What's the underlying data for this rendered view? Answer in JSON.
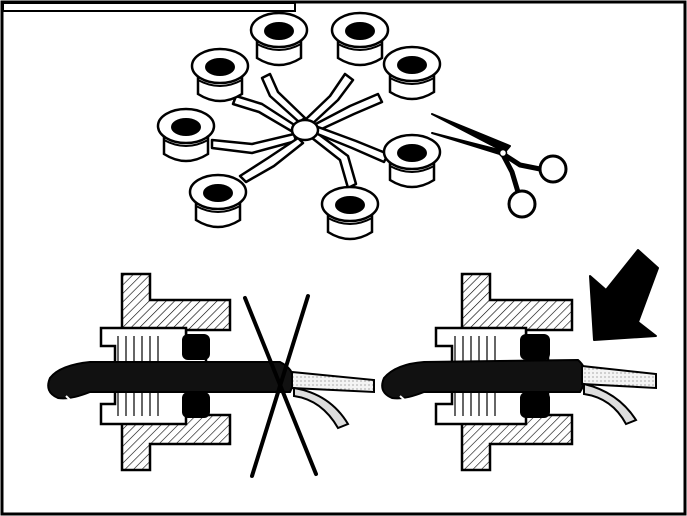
{
  "colors": {
    "ink": "#000000",
    "paper": "#ffffff",
    "hatch": "#000000",
    "wire_insulation": "#e8e8e8",
    "cable_jacket": "#111111"
  },
  "icons": {
    "grommet_tree": "grommet-tree-icon",
    "scissors": "scissors-icon",
    "cross": "x-cross-icon",
    "arrow": "arrow-icon"
  },
  "grommet_count": 8,
  "diagram": {
    "steps": [
      {
        "id": "cut-grommets-from-sprue",
        "shows": [
          "grommet-tree",
          "scissors"
        ]
      },
      {
        "id": "incorrect-installation",
        "marked_wrong": true
      },
      {
        "id": "correct-installation",
        "marked_wrong": false,
        "pointer": true
      }
    ]
  }
}
